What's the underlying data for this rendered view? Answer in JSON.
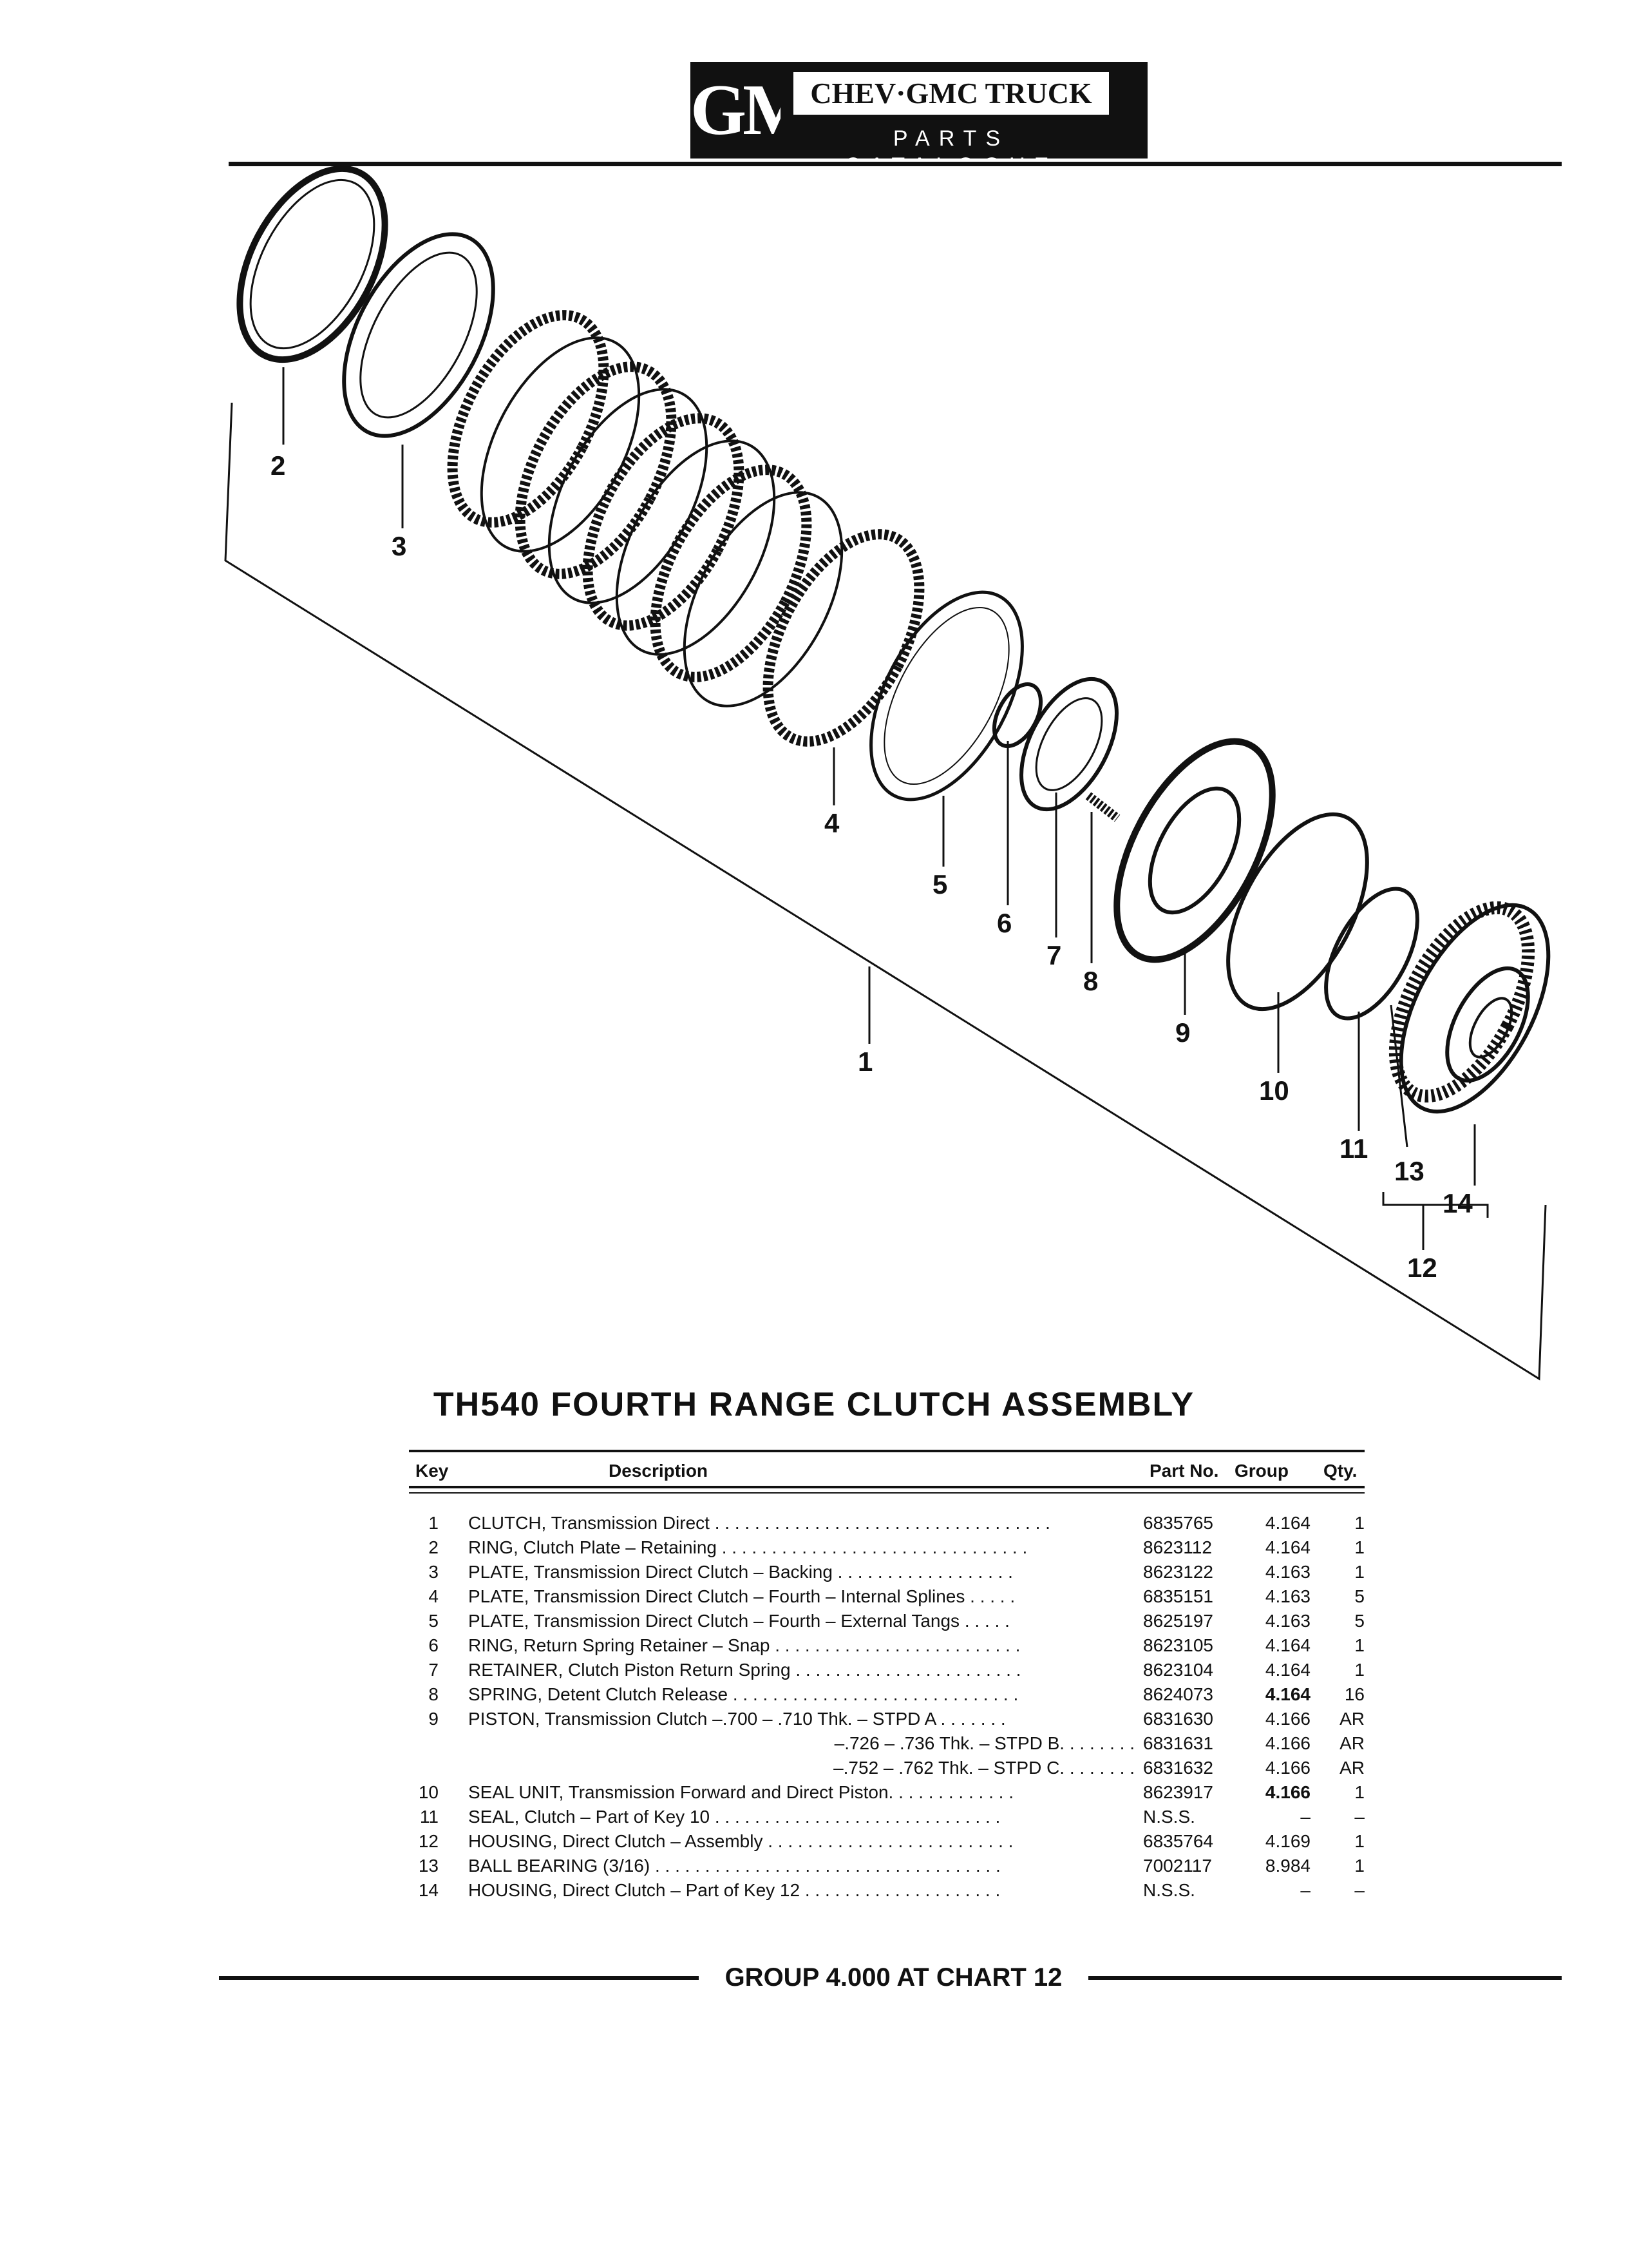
{
  "header": {
    "logo_text": "GM",
    "title": "CHEV·GMC TRUCK",
    "subtitle": "PARTS CATALOGUE"
  },
  "diagram": {
    "callouts": [
      "2",
      "3",
      "4",
      "5",
      "6",
      "7",
      "8",
      "1",
      "9",
      "10",
      "11",
      "13",
      "14",
      "12"
    ]
  },
  "page_title": "TH540 FOURTH RANGE CLUTCH ASSEMBLY",
  "table": {
    "headers": {
      "key": "Key",
      "description": "Description",
      "part_no": "Part No.",
      "group": "Group",
      "qty": "Qty."
    },
    "rows": [
      {
        "key": "1",
        "desc": "CLUTCH, Transmission Direct . . . . . . . . . . . . . . . . . . . . . . . . . . . . . . . . . .",
        "part": "6835765",
        "group": "4.164",
        "qty": "1"
      },
      {
        "key": "2",
        "desc": "RING, Clutch Plate – Retaining . . . . . . . . . . . . . . . . . . . . . . . . . . . . . . .",
        "part": "8623112",
        "group": "4.164",
        "qty": "1"
      },
      {
        "key": "3",
        "desc": "PLATE, Transmission Direct Clutch – Backing . . . . . . . . . . . . . . . . . .",
        "part": "8623122",
        "group": "4.163",
        "qty": "1"
      },
      {
        "key": "4",
        "desc": "PLATE, Transmission Direct Clutch – Fourth – Internal Splines . . . . .",
        "part": "6835151",
        "group": "4.163",
        "qty": "5"
      },
      {
        "key": "5",
        "desc": "PLATE, Transmission Direct Clutch – Fourth – External Tangs . . . . .",
        "part": "8625197",
        "group": "4.163",
        "qty": "5"
      },
      {
        "key": "6",
        "desc": "RING, Return Spring Retainer – Snap . . . . . . . . . . . . . . . . . . . . . . . . .",
        "part": "8623105",
        "group": "4.164",
        "qty": "1"
      },
      {
        "key": "7",
        "desc": "RETAINER, Clutch Piston Return Spring . . . . . . . . . . . . . . . . . . . . . . .",
        "part": "8623104",
        "group": "4.164",
        "qty": "1"
      },
      {
        "key": "8",
        "desc": "SPRING, Detent Clutch Release . . . . . . . . . . . . . . . . . . . . . . . . . . . . .",
        "part": "8624073",
        "group": "4.164",
        "qty": "16",
        "group_bold": true
      },
      {
        "key": "9",
        "desc": "PISTON, Transmission Clutch –.700 – .710 Thk. – STPD  A . . . . . . .",
        "part": "6831630",
        "group": "4.166",
        "qty": "AR"
      },
      {
        "key": "",
        "desc": "–.726 – .736 Thk. – STPD  B. . . . . . . .",
        "part": "6831631",
        "group": "4.166",
        "qty": "AR",
        "sub": true
      },
      {
        "key": "",
        "desc": "–.752 – .762 Thk. – STPD  C. . . . . . . .",
        "part": "6831632",
        "group": "4.166",
        "qty": "AR",
        "sub": true
      },
      {
        "key": "10",
        "desc": "SEAL UNIT, Transmission Forward and Direct Piston. . . . . . . . . . . . .",
        "part": "8623917",
        "group": "4.166",
        "qty": "1",
        "group_bold": true
      },
      {
        "key": "11",
        "desc": "SEAL, Clutch – Part of Key 10 . . . . . . . . . . . . . . . . . . . . . . . . . . . . .",
        "part": "N.S.S.",
        "group": "–",
        "qty": "–"
      },
      {
        "key": "12",
        "desc": "HOUSING, Direct Clutch – Assembly . . . . . . . . . . . . . . . . . . . . . . . . .",
        "part": "6835764",
        "group": "4.169",
        "qty": "1"
      },
      {
        "key": "13",
        "desc": "BALL BEARING (3/16)  . . . . . . . . . . . . . . . . . . . . . . . . . . . . . . . . . . .",
        "part": "7002117",
        "group": "8.984",
        "qty": "1"
      },
      {
        "key": "14",
        "desc": "HOUSING, Direct Clutch – Part of Key 12 . . . . . . . . . . . . . . . . . . . .",
        "part": "N.S.S.",
        "group": "–",
        "qty": "–"
      }
    ]
  },
  "footer": {
    "text": "GROUP 4.000 AT CHART 12"
  }
}
